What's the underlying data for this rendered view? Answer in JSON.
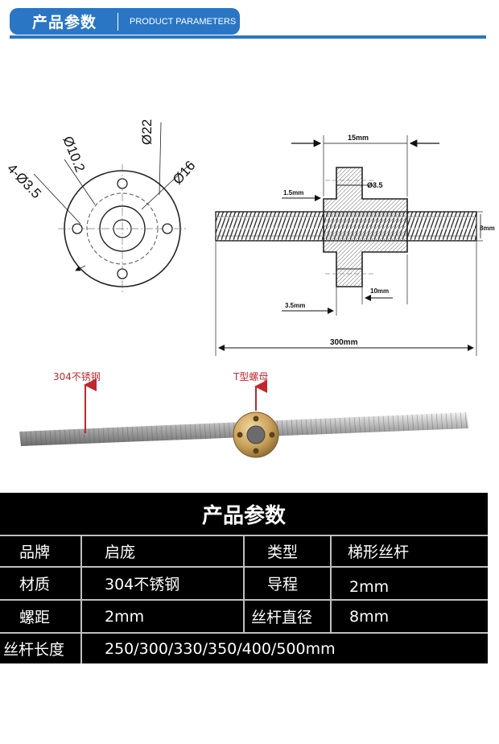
{
  "header": {
    "title_cn": "产品参数",
    "title_en": "PRODUCT PARAMETERS"
  },
  "drawing": {
    "dim_phi22": "Ø22",
    "dim_phi16": "Ø16",
    "dim_phi10_2": "Ø10.2",
    "dim_holes": "4-Ø3.5",
    "dim_15mm": "15mm",
    "dim_phi3_5": "Ø3.5",
    "dim_1_5mm": "1.5mm",
    "dim_8mm": "8mm",
    "dim_10mm": "10mm",
    "dim_3_5mm": "3.5mm",
    "dim_300mm": "300mm"
  },
  "photo": {
    "label_rod": "304不锈钢",
    "label_nut": "T型螺母"
  },
  "table": {
    "title": "产品参数",
    "rows": [
      {
        "k1": "品牌",
        "v1": "启庞",
        "k2": "类型",
        "v2": "梯形丝杆"
      },
      {
        "k1": "材质",
        "v1": "304不锈钢",
        "k2": "导程",
        "v2": "2mm"
      },
      {
        "k1": "螺距",
        "v1": "2mm",
        "k2": "丝杆直径",
        "v2": "8mm"
      }
    ],
    "last_row": {
      "k": "丝杆长度",
      "v": "250/300/330/350/400/500mm"
    }
  },
  "colors": {
    "banner": "#2a76c4",
    "callout": "#c0282d",
    "brass": "#c9a15b"
  }
}
